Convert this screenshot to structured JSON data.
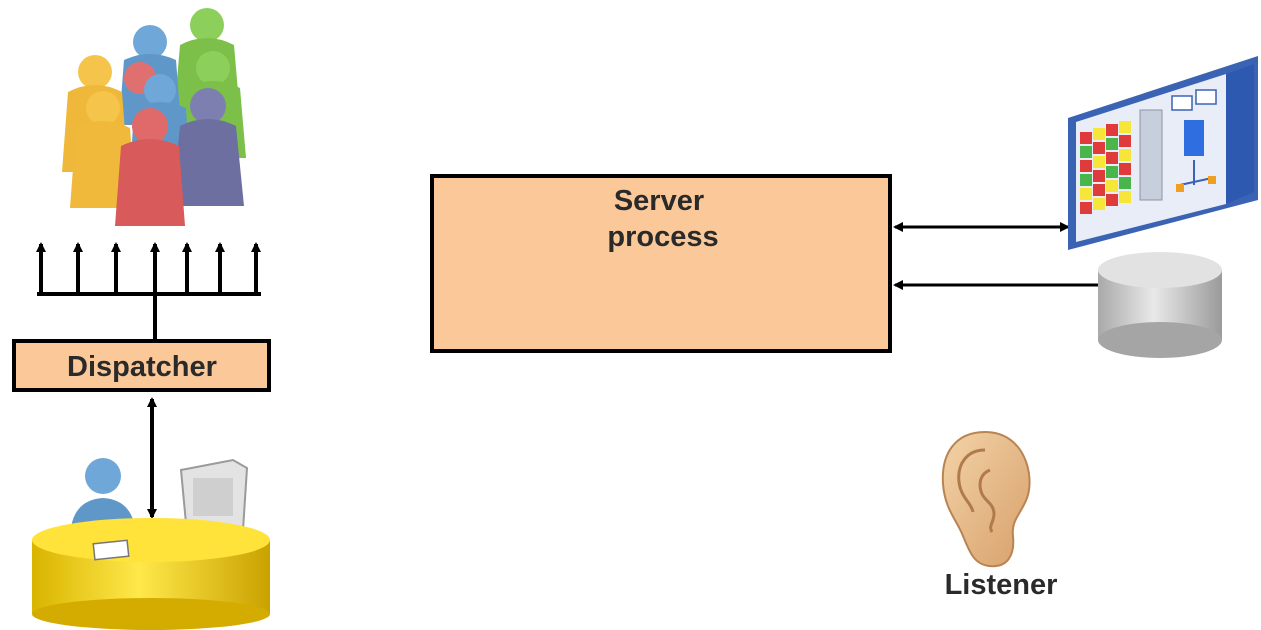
{
  "labels": {
    "server": [
      "Server",
      "process"
    ],
    "dispatcher": "Dispatcher",
    "listener": "Listener"
  },
  "colors": {
    "box_fill": "#fbc89a",
    "stroke": "#000000"
  },
  "icons": [
    "users-group-icon",
    "user-at-desk-icon",
    "memory-structure-icon",
    "database-icon",
    "ear-icon"
  ]
}
